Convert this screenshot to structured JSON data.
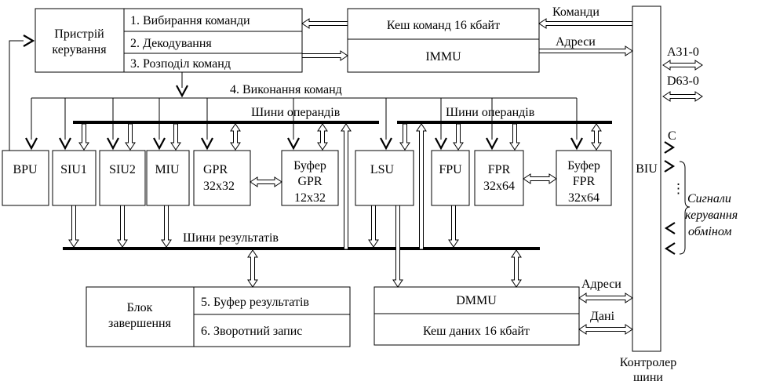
{
  "control_unit": {
    "line1": "Пристрій",
    "line2": "керування"
  },
  "pipeline": {
    "fetch": "1. Вибирання команди",
    "decode": "2. Декодування",
    "dispatch": "3. Розподіл команд",
    "execute": "4. Виконання команд"
  },
  "icache": {
    "title": "Кеш команд 16 кбайт",
    "immu": "IMMU"
  },
  "biu": {
    "label": "BIU",
    "caption_line1": "Контролер",
    "caption_line2": "шини"
  },
  "external": {
    "commands": "Команди",
    "addresses_top": "Адреси",
    "a_bus": "A31-0",
    "d_bus": "D63-0",
    "c_signal": "C",
    "dots": "⋮",
    "exchange_line1": "Сигнали",
    "exchange_line2": "керування",
    "exchange_line3": "обміном",
    "addresses_bottom": "Адреси",
    "data": "Дані"
  },
  "buses": {
    "operands_left": "Шини операндів",
    "operands_right": "Шини операндів",
    "results": "Шини результатів"
  },
  "units": {
    "bpu": "BPU",
    "siu1": "SIU1",
    "siu2": "SIU2",
    "miu": "MIU",
    "gpr_line1": "GPR",
    "gpr_line2": "32x32",
    "gpr_buf_line1": "Буфер",
    "gpr_buf_line2": "GPR",
    "gpr_buf_line3": "12x32",
    "lsu": "LSU",
    "fpu": "FPU",
    "fpr_line1": "FPR",
    "fpr_line2": "32x64",
    "fpr_buf_line1": "Буфер",
    "fpr_buf_line2": "FPR",
    "fpr_buf_line3": "32x64"
  },
  "completion": {
    "line1": "Блок",
    "line2": "завершення",
    "stage5": "5. Буфер результатів",
    "stage6": "6. Зворотний запис"
  },
  "dcache": {
    "dmmu": "DMMU",
    "title": "Кеш даних 16 кбайт"
  }
}
